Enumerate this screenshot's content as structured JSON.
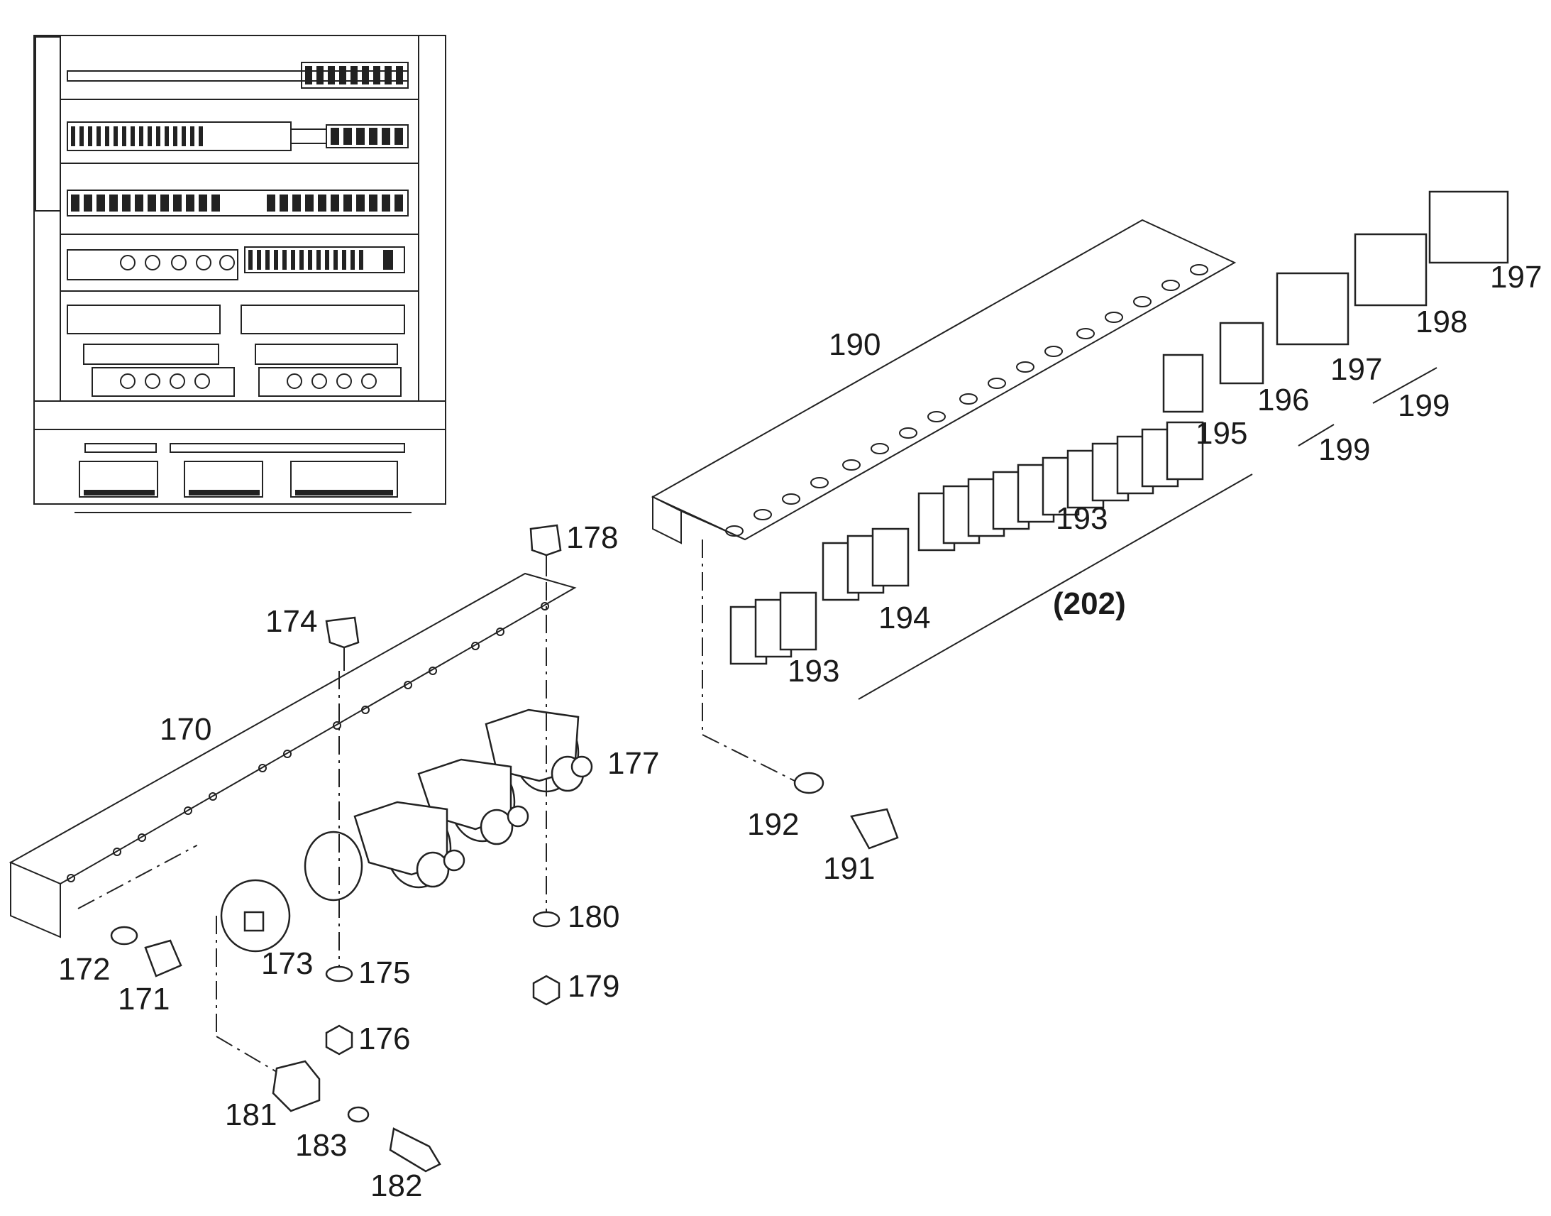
{
  "diagram": {
    "type": "exploded-parts-view",
    "callouts": [
      {
        "id": "170",
        "label": "170"
      },
      {
        "id": "171",
        "label": "171"
      },
      {
        "id": "172",
        "label": "172"
      },
      {
        "id": "173",
        "label": "173"
      },
      {
        "id": "174",
        "label": "174"
      },
      {
        "id": "175",
        "label": "175"
      },
      {
        "id": "176",
        "label": "176"
      },
      {
        "id": "177",
        "label": "177"
      },
      {
        "id": "178",
        "label": "178"
      },
      {
        "id": "179",
        "label": "179"
      },
      {
        "id": "180",
        "label": "180"
      },
      {
        "id": "181",
        "label": "181"
      },
      {
        "id": "182",
        "label": "182"
      },
      {
        "id": "183",
        "label": "183"
      },
      {
        "id": "190",
        "label": "190"
      },
      {
        "id": "191",
        "label": "191"
      },
      {
        "id": "192",
        "label": "192"
      },
      {
        "id": "193a",
        "label": "193"
      },
      {
        "id": "193b",
        "label": "193"
      },
      {
        "id": "194",
        "label": "194"
      },
      {
        "id": "195",
        "label": "195"
      },
      {
        "id": "196",
        "label": "196"
      },
      {
        "id": "197a",
        "label": "197"
      },
      {
        "id": "197b",
        "label": "197"
      },
      {
        "id": "198",
        "label": "198"
      },
      {
        "id": "199a",
        "label": "199"
      },
      {
        "id": "199b",
        "label": "199"
      },
      {
        "id": "202",
        "label": "(202)"
      }
    ]
  }
}
